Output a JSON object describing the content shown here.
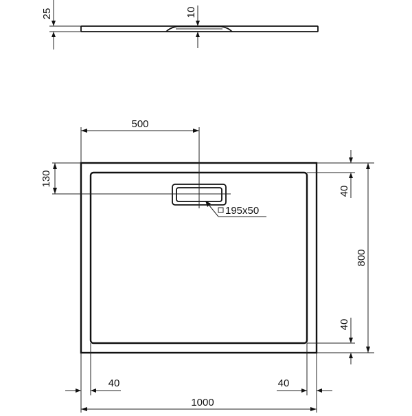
{
  "drawing": {
    "title": "Shower tray technical drawing",
    "colors": {
      "line": "#111111",
      "background": "#ffffff"
    },
    "side_view": {
      "thickness_label": "25",
      "drain_depth_label": "10"
    },
    "plan_view": {
      "drain_offset_x_label": "500",
      "drain_offset_y_label": "130",
      "drain_size_symbol": "□",
      "drain_size_label": "195x50",
      "height_label": "800",
      "width_label": "1000",
      "rim_top_label": "40",
      "rim_bottom_label": "40",
      "rim_left_label": "40",
      "rim_right_label": "40"
    }
  }
}
